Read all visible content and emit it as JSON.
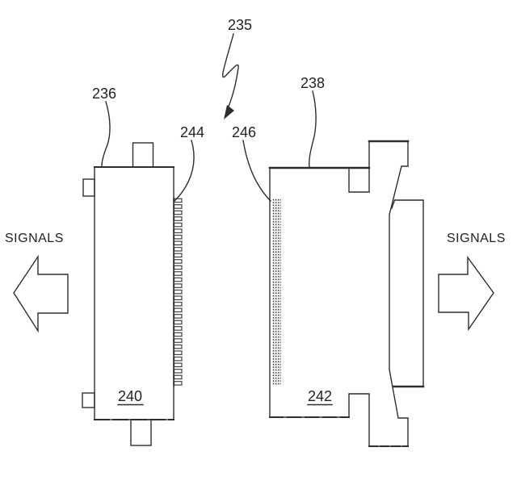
{
  "figure": {
    "type": "patent-line-drawing",
    "background": "#ffffff",
    "ink_color": "#2e2e2e",
    "labels": {
      "assembly_ref": "235",
      "left_connector_ref": "236",
      "right_connector_ref": "238",
      "left_body_ref": "240",
      "right_body_ref": "242",
      "left_contacts_ref": "244",
      "right_contacts_ref": "246"
    },
    "annotations": {
      "signals_left": "SIGNALS",
      "signals_right": "SIGNALS"
    }
  }
}
